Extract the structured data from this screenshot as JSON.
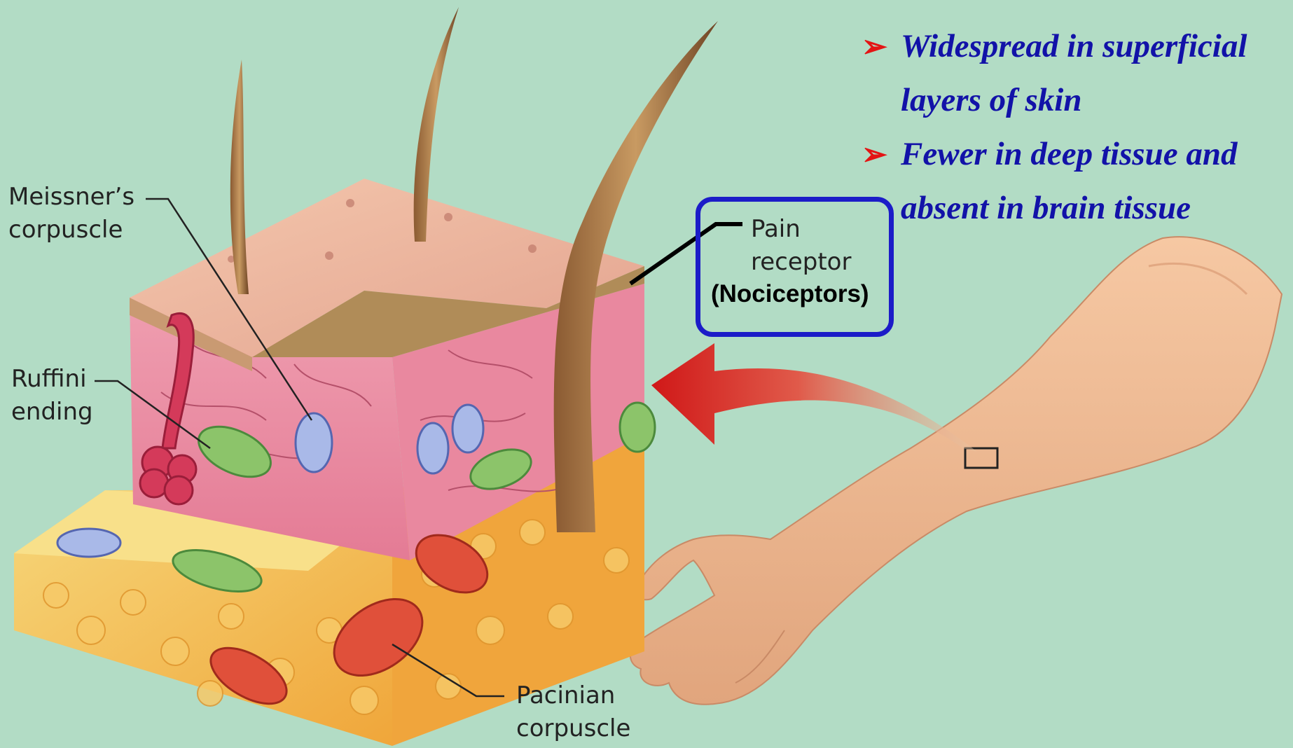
{
  "bullets": [
    {
      "marker_icon": "red-arrow-bullet-icon",
      "line1": "Widespread in superficial",
      "line2": "layers of skin"
    },
    {
      "marker_icon": "red-arrow-bullet-icon",
      "line1": "Fewer in deep tissue  and",
      "line2": "absent in brain tissue"
    }
  ],
  "labels": {
    "meissner": [
      "Meissner’s",
      "corpuscle"
    ],
    "ruffini": [
      "Ruffini",
      "ending"
    ],
    "pacinian": [
      "Pacinian",
      "corpuscle"
    ],
    "pain": [
      "Pain",
      "receptor"
    ],
    "pain_sub": "(Nociceptors)"
  },
  "colors": {
    "background": "#b2dcc5",
    "bullet_text": "#1212a8",
    "bullet_marker": "#e41414",
    "callout_border": "#1c1cc8",
    "arrow": "#d42020"
  }
}
